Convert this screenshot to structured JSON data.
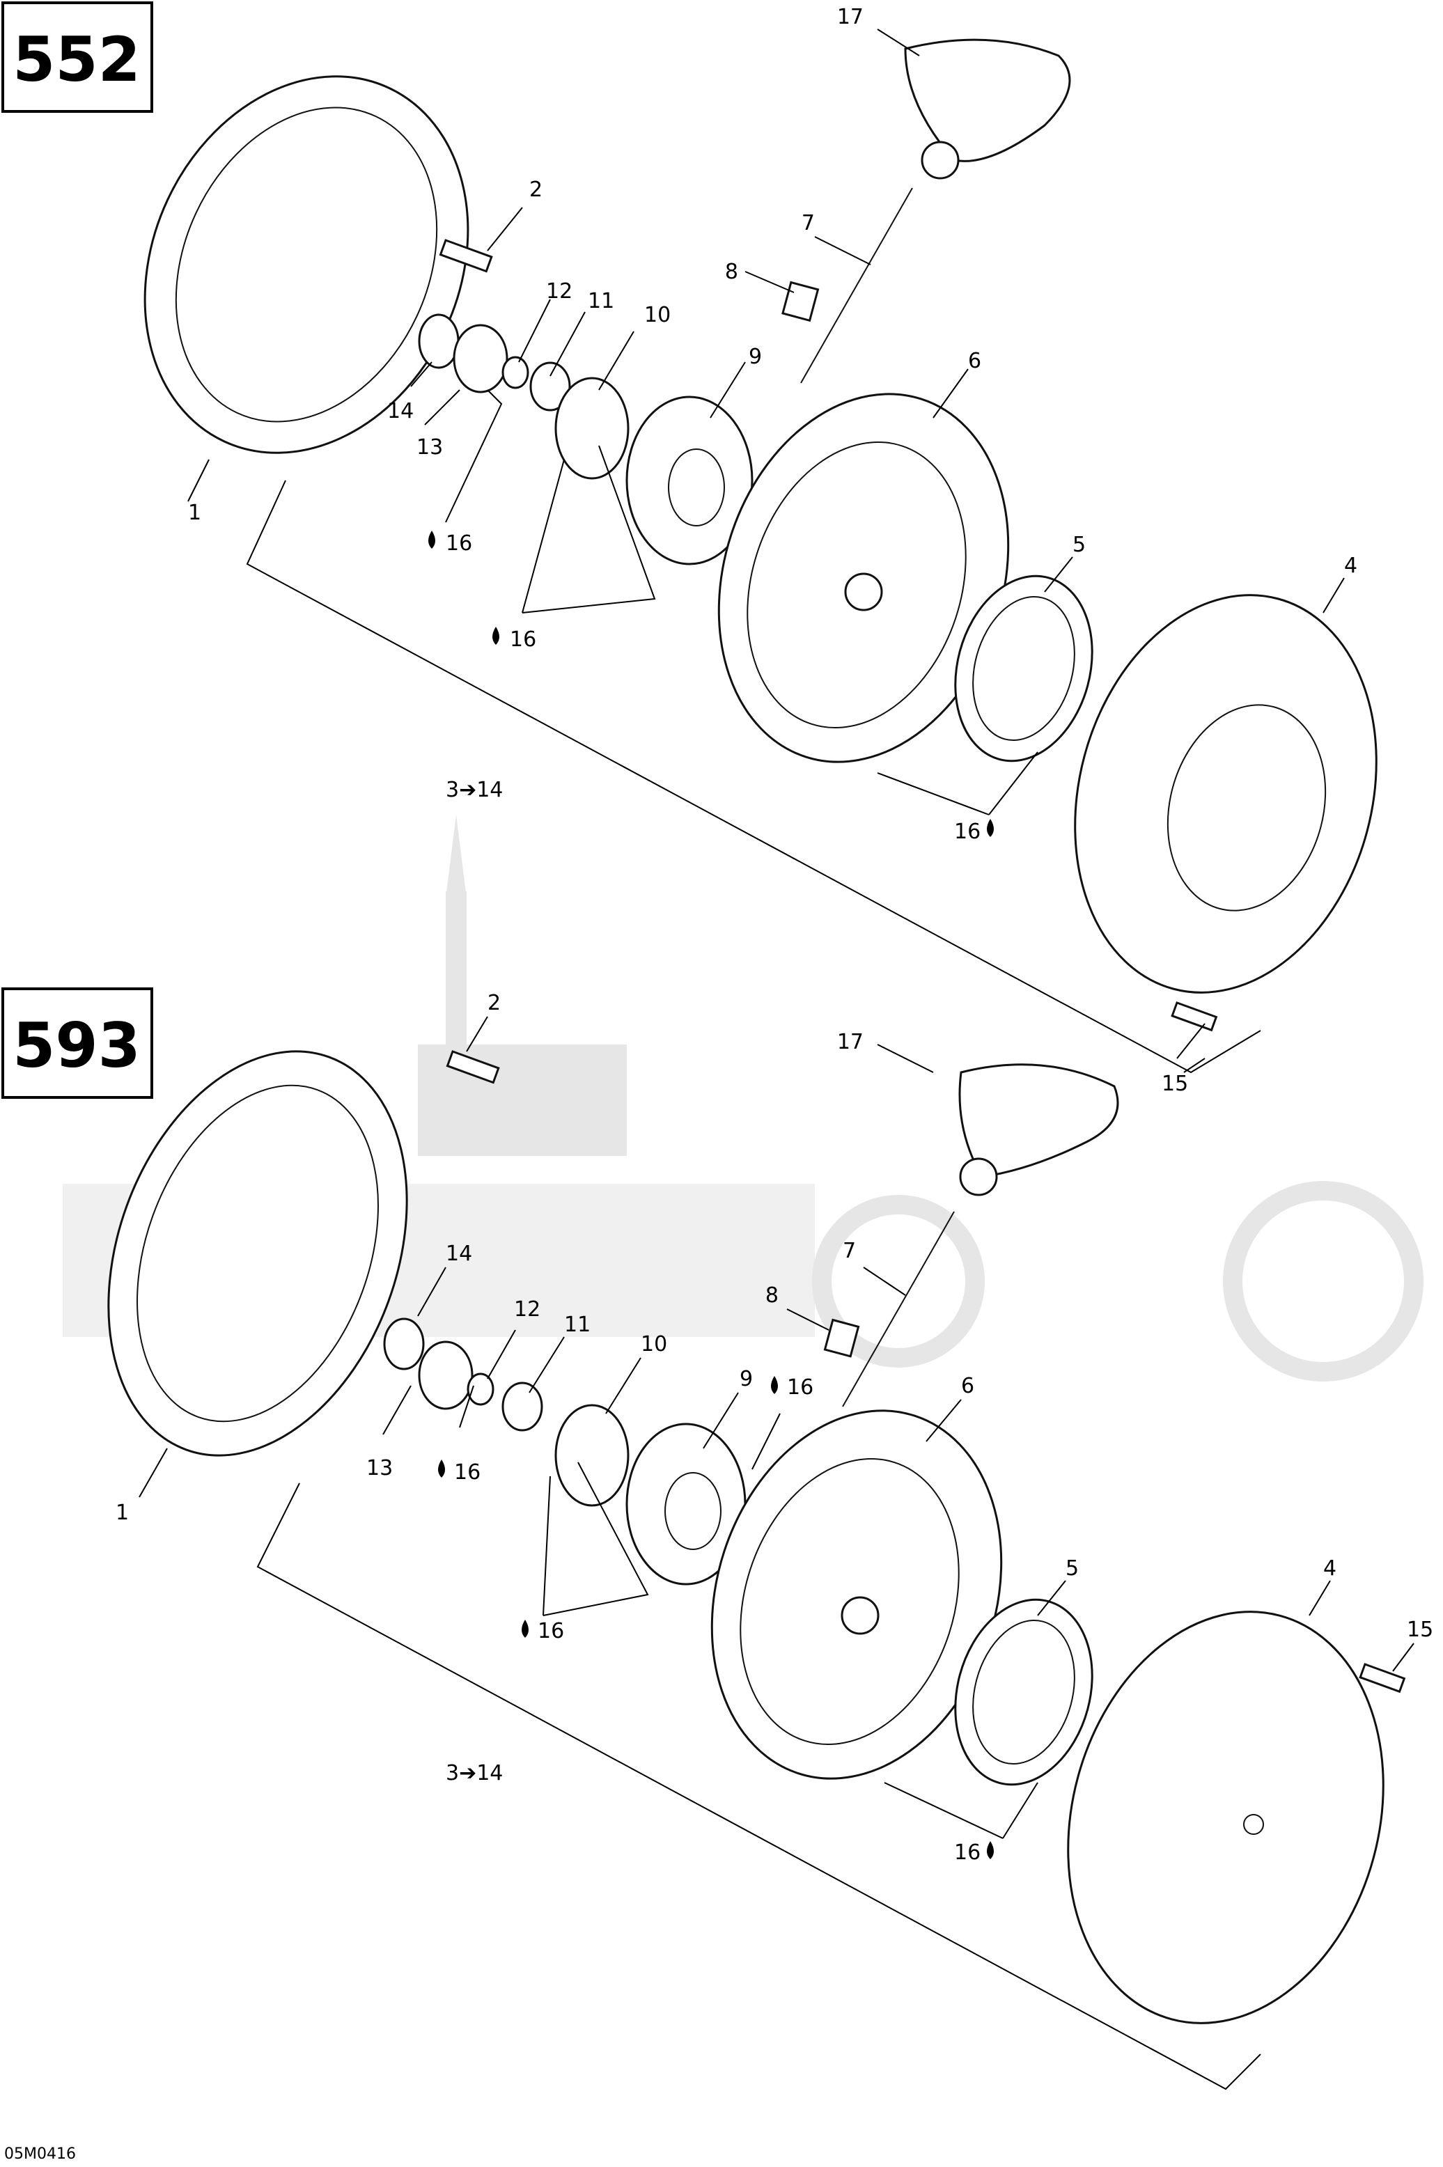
{
  "models": [
    "552",
    "593"
  ],
  "reference_code": "05M0416",
  "callouts": {
    "p1": "1",
    "p2": "2",
    "p3_14": "3➔14",
    "p4": "4",
    "p5": "5",
    "p6": "6",
    "p7": "7",
    "p8": "8",
    "p9": "9",
    "p10": "10",
    "p11": "11",
    "p12": "12",
    "p13": "13",
    "p14": "14",
    "p15": "15",
    "p16": "16",
    "p17": "17"
  },
  "icons": {
    "oil_drop": "drop-icon"
  }
}
